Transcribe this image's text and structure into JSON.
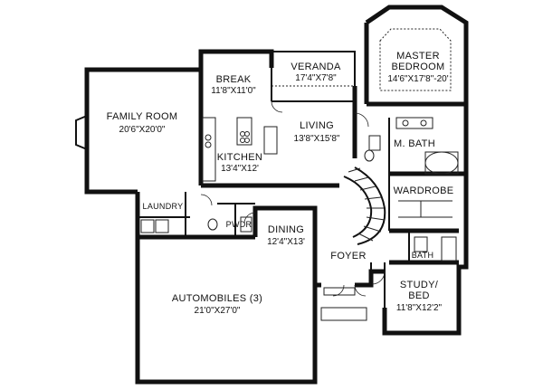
{
  "rooms": {
    "family_room": {
      "name": "FAMILY ROOM",
      "dims": "20'6\"X20'0\""
    },
    "break": {
      "name": "BREAK",
      "dims": "11'8\"X11'0\""
    },
    "veranda": {
      "name": "VERANDA",
      "dims": "17'4\"X7'8\""
    },
    "master_bedroom": {
      "name_line1": "MASTER",
      "name_line2": "BEDROOM",
      "dims": "14'6\"X17'8\"-20'"
    },
    "living": {
      "name": "LIVING",
      "dims": "13'8\"X15'8\""
    },
    "m_bath": {
      "name": "M. BATH"
    },
    "kitchen": {
      "name": "KITCHEN",
      "dims": "13'4\"X12'"
    },
    "wardrobe": {
      "name": "WARDROBE"
    },
    "laundry": {
      "name": "LAUNDRY"
    },
    "pwdr": {
      "name": "PWDR"
    },
    "dining": {
      "name": "DINING",
      "dims": "12'4\"X13'"
    },
    "foyer": {
      "name": "FOYER"
    },
    "bath": {
      "name": "BATH"
    },
    "automobiles": {
      "name": "AUTOMOBILES (3)",
      "dims": "21'0\"X27'0\""
    },
    "study_bed": {
      "name_line1": "STUDY/",
      "name_line2": "BED",
      "dims": "11'8\"X12'2\""
    }
  }
}
